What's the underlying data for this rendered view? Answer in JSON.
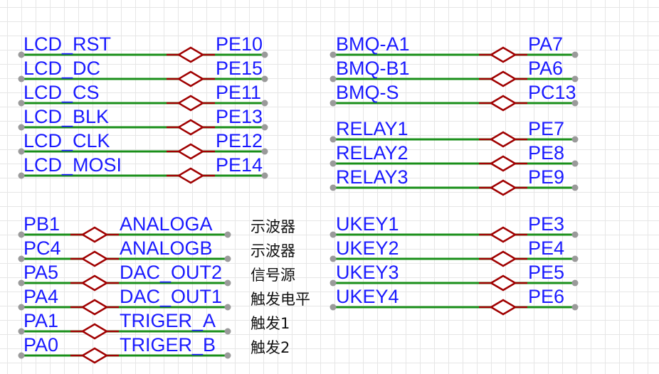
{
  "groups": [
    {
      "id": "lcd",
      "rows": [
        {
          "left": "LCD_RST",
          "right": "PE10"
        },
        {
          "left": "LCD_DC",
          "right": "PE15"
        },
        {
          "left": "LCD_CS",
          "right": "PE11"
        },
        {
          "left": "LCD_BLK",
          "right": "PE13"
        },
        {
          "left": "LCD_CLK",
          "right": "PE12"
        },
        {
          "left": "LCD_MOSI",
          "right": "PE14"
        }
      ]
    },
    {
      "id": "bmq",
      "rows": [
        {
          "left": "BMQ-A1",
          "right": "PA7"
        },
        {
          "left": "BMQ-B1",
          "right": "PA6"
        },
        {
          "left": "BMQ-S",
          "right": "PC13"
        }
      ]
    },
    {
      "id": "relay",
      "rows": [
        {
          "left": "RELAY1",
          "right": "PE7"
        },
        {
          "left": "RELAY2",
          "right": "PE8"
        },
        {
          "left": "RELAY3",
          "right": "PE9"
        }
      ]
    },
    {
      "id": "analog",
      "rows": [
        {
          "left": "PB1",
          "right": "ANALOGA",
          "note": "示波器"
        },
        {
          "left": "PC4",
          "right": "ANALOGB",
          "note": "示波器"
        },
        {
          "left": "PA5",
          "right": "DAC_OUT2",
          "note": "信号源"
        },
        {
          "left": "PA4",
          "right": "DAC_OUT1",
          "note": "触发电平"
        },
        {
          "left": "PA1",
          "right": "TRIGER_A",
          "note": "触发1"
        },
        {
          "left": "PA0",
          "right": "TRIGER_B",
          "note": "触发2"
        }
      ]
    },
    {
      "id": "ukey",
      "rows": [
        {
          "left": "UKEY1",
          "right": "PE3"
        },
        {
          "left": "UKEY2",
          "right": "PE4"
        },
        {
          "left": "UKEY3",
          "right": "PE5"
        },
        {
          "left": "UKEY4",
          "right": "PE6"
        }
      ]
    }
  ],
  "colors": {
    "label": "#1a1aff",
    "wire": "#1a8f1a",
    "port": "#a00000",
    "pin_end": "#9a9a9a",
    "grid": "#e6e6e6"
  }
}
